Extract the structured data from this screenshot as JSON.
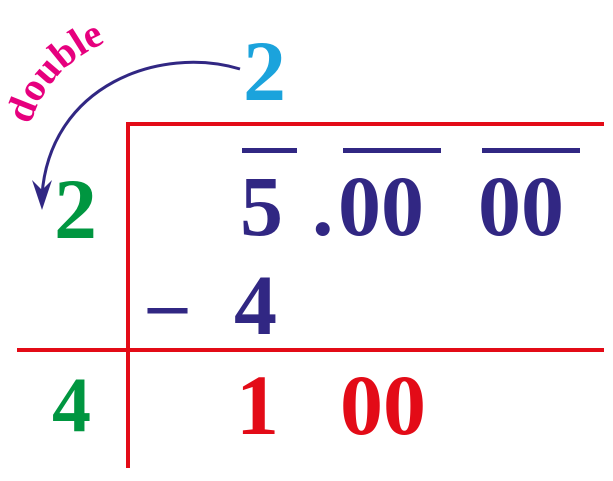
{
  "colors": {
    "divisor_top": "#1ba3dc",
    "green": "#009640",
    "navy": "#312783",
    "red": "#e30b17",
    "magenta": "#e6007e"
  },
  "annotation": {
    "label": "double"
  },
  "top_digit": "2",
  "left_column": {
    "row1": "2",
    "row2": "4"
  },
  "dividend": {
    "integer": "5",
    "decimal_point": ".",
    "group1": "00",
    "group2": "00"
  },
  "subtraction": {
    "sign": "–",
    "value": "4"
  },
  "remainder": {
    "first": "1",
    "brought_down": "00"
  }
}
